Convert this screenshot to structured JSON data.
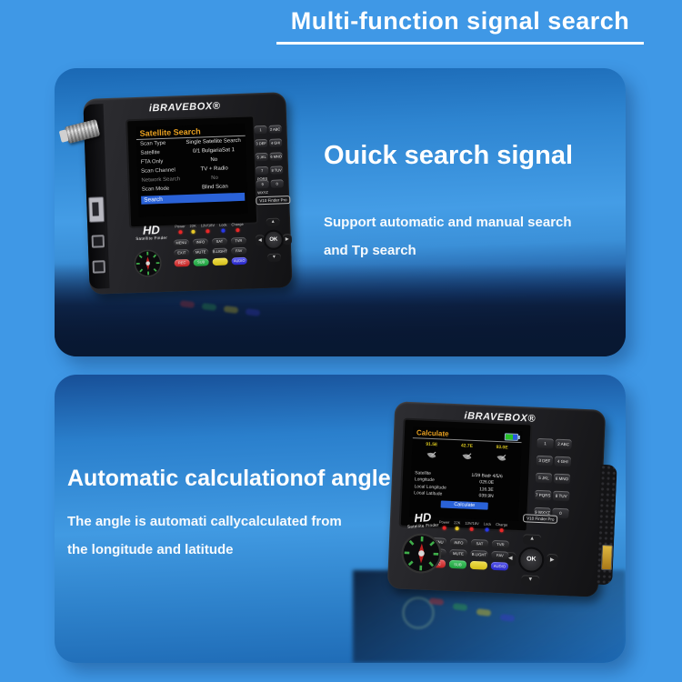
{
  "header": {
    "title": "Multi-function signal search"
  },
  "panels": {
    "top": {
      "heading": "Ouick search signal",
      "body1": "Support automatic and manual search",
      "body2": "and Tp search"
    },
    "bottom": {
      "heading": "Automatic calculationof angle",
      "body1": "The angle is automati callycalculated from",
      "body2": "the longitude and latitude"
    }
  },
  "device": {
    "brand": "iBRAVEBOX®",
    "model": "V10 Finder Pro",
    "hd": "HD",
    "hd_sub": "Satellite Finder",
    "ok": "OK",
    "indicators": [
      "Power",
      "22K",
      "13V/18V",
      "Lock",
      "Charge"
    ],
    "keypad": [
      "1",
      "2 ABC",
      "3 DEF",
      "4 GHI",
      "5 JKL",
      "6 MNO",
      "7 PQRS",
      "8 TUV",
      "9 WXYZ",
      "0"
    ],
    "buttons_row1": [
      "MENU",
      "INFO",
      "SAT",
      "TVR"
    ],
    "buttons_row2": [
      "EXIT",
      "MUTE",
      "B.LIGHT",
      "FAV"
    ],
    "buttons_row3": [
      "REC",
      "SUB",
      "",
      "AUDIO"
    ]
  },
  "screen_search": {
    "title": "Satellite Search",
    "rows": [
      {
        "label": "Scan Type",
        "value": "Single Satellite Search"
      },
      {
        "label": "Satellite",
        "value": "0/1 BulgariaSat 1"
      },
      {
        "label": "FTA Only",
        "value": "No"
      },
      {
        "label": "Scan Channel",
        "value": "TV + Radio"
      },
      {
        "label": "Network Search",
        "value": "No"
      },
      {
        "label": "Scan Mode",
        "value": "Blind Scan"
      }
    ],
    "action": "Search"
  },
  "screen_calculate": {
    "title": "Calculate",
    "sat_positions": [
      "91.5E",
      "42.7E",
      "93.0E"
    ],
    "rows": [
      {
        "label": "Satellite",
        "value": "1/39 Badr 4/5/6"
      },
      {
        "label": "Longitude",
        "value": "026.0E"
      },
      {
        "label": "Local Longitude",
        "value": "116.3E"
      },
      {
        "label": "Local Latitude",
        "value": "039.9N"
      }
    ],
    "action": "Calculate"
  },
  "colors": {
    "page_bg": "#3f98e6",
    "panel_blue": "#3f96e0",
    "panel_dark": "#0a1b38",
    "accent_orange": "#e8a020",
    "highlight_blue": "#2a62d8",
    "led": [
      "#e82828",
      "#e8c828",
      "#e82828",
      "#2838e8",
      "#e82828"
    ],
    "btn_red": "#d03030",
    "btn_green": "#2fae4a",
    "btn_yellow": "#e0cc2a",
    "btn_blue": "#3434d8"
  }
}
